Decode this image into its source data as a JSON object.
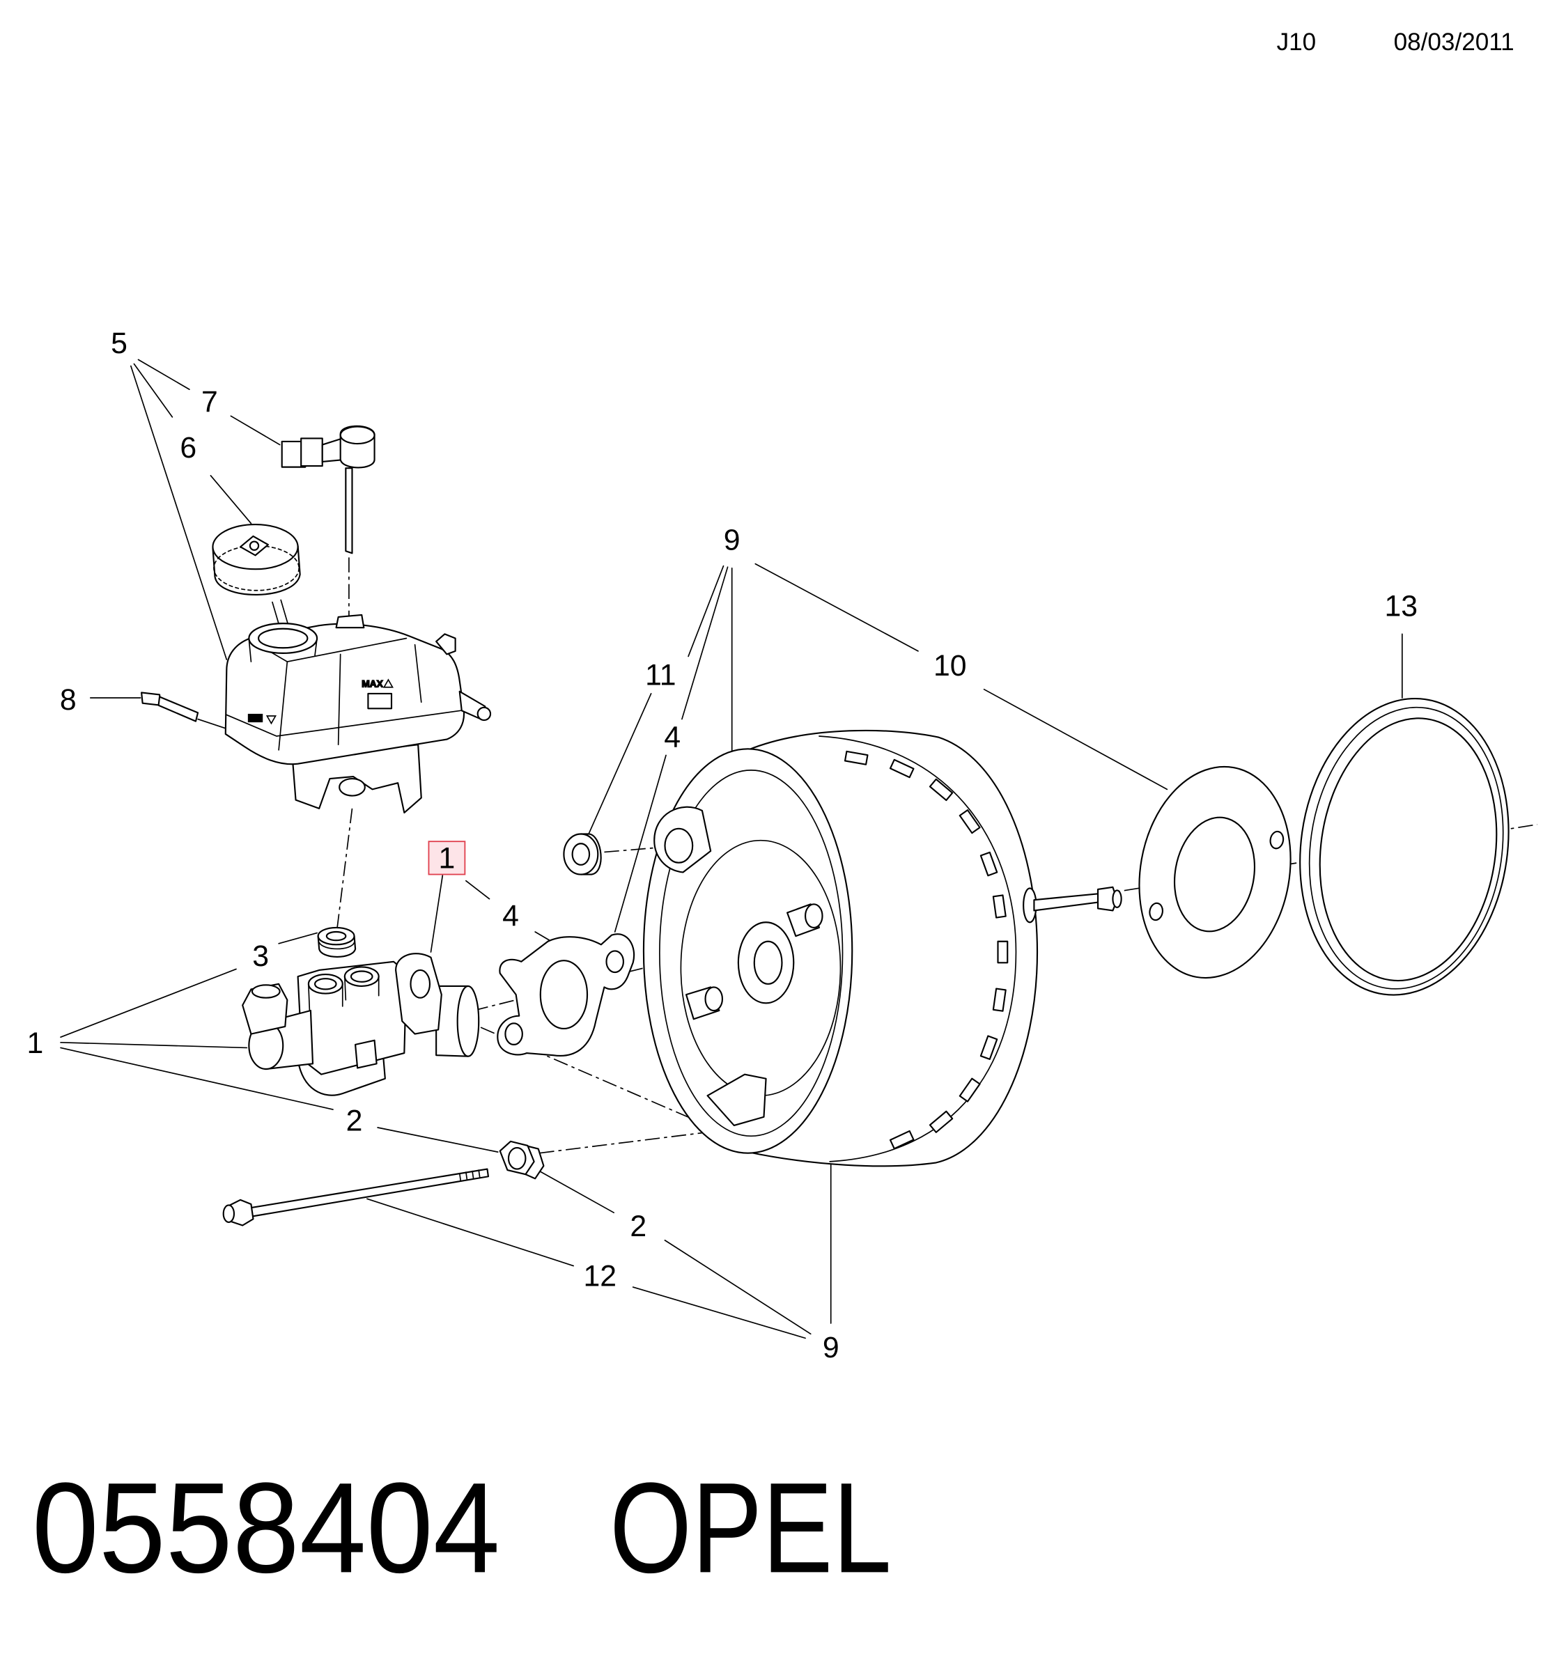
{
  "header": {
    "code": "J10",
    "date": "08/03/2011"
  },
  "callouts": {
    "c5": "5",
    "c7": "7",
    "c6": "6",
    "c8": "8",
    "c9_top": "9",
    "c11": "11",
    "c10": "10",
    "c13": "13",
    "c4_top": "4",
    "c1_highlighted": "1",
    "c4": "4",
    "c3": "3",
    "c1": "1",
    "c2_upper": "2",
    "c2_lower": "2",
    "c12": "12",
    "c9_bottom": "9"
  },
  "reservoir": {
    "max_label": "MAX"
  },
  "footer": {
    "part_number": "0558404",
    "brand": "OPEL"
  },
  "colors": {
    "line": "#000000",
    "highlight_fill": "#fde4e8",
    "highlight_stroke": "#e0404e"
  }
}
